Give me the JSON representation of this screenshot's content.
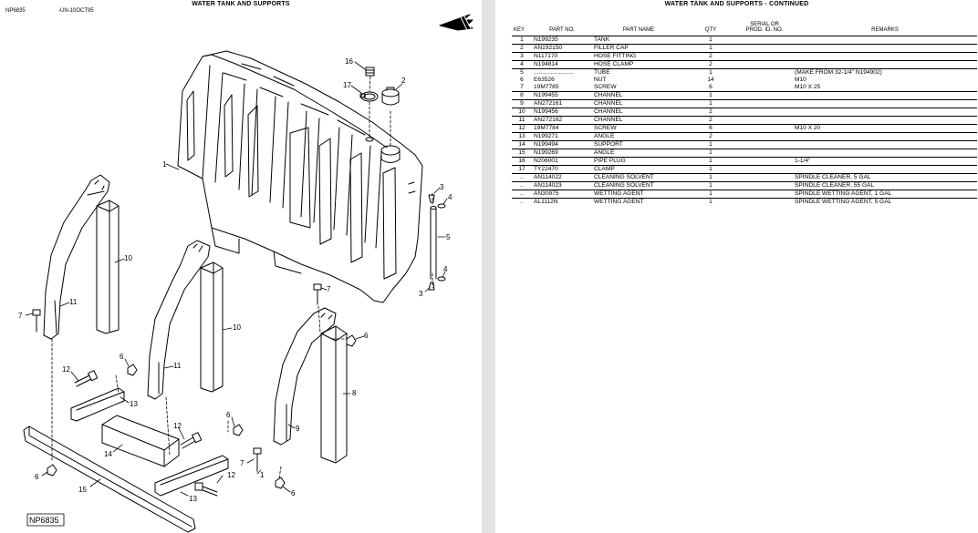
{
  "left_page": {
    "title": "WATER TANK AND SUPPORTS",
    "doc_code": "NP6835",
    "date_code": "-UN-10OCT95",
    "figure_label": "NP6835",
    "callouts": [
      "16",
      "17",
      "2",
      "1",
      "3",
      "4",
      "5",
      "4",
      "3",
      "10",
      "7",
      "11",
      "10",
      "11",
      "7",
      "6",
      "6",
      "12",
      "13",
      "12",
      "6",
      "14",
      "9",
      "8",
      "15",
      "6",
      "7",
      "1",
      "13",
      "12",
      "6"
    ]
  },
  "right_page": {
    "title": "WATER TANK AND SUPPORTS - CONTINUED",
    "columns": {
      "key": "KEY",
      "part_no": "PART NO.",
      "part_name": "PART NAME",
      "qty": "QTY",
      "serial_1": "SERIAL OR",
      "serial_2": "PROD. ID. NO.",
      "remarks": "REMARKS"
    },
    "rows": [
      {
        "key": "1",
        "part_no": "N199235",
        "name": "TANK",
        "qty": "1",
        "serial": "",
        "remarks": ""
      },
      {
        "key": "2",
        "part_no": "AN192150",
        "name": "FILLER CAP",
        "qty": "1",
        "serial": "",
        "remarks": ""
      },
      {
        "key": "3",
        "part_no": "N117170",
        "name": "HOSE FITTING",
        "qty": "2",
        "serial": "",
        "remarks": ""
      },
      {
        "key": "4",
        "part_no": "N194814",
        "name": "HOSE CLAMP",
        "qty": "2",
        "serial": "",
        "remarks": ""
      },
      {
        "key": "5",
        "part_no": "........................",
        "name": "TUBE",
        "qty": "1",
        "serial": "",
        "remarks": "(MAKE FROM 32-1/4\" N194902)"
      },
      {
        "key": "6",
        "part_no": "E63526",
        "name": "NUT",
        "qty": "14",
        "serial": "",
        "remarks": "M10"
      },
      {
        "key": "7",
        "part_no": "19M7785",
        "name": "SCREW",
        "qty": "6",
        "serial": "",
        "remarks": "M10 X 25"
      },
      {
        "key": "8",
        "part_no": "N199455",
        "name": "CHANNEL",
        "qty": "1",
        "serial": "",
        "remarks": ""
      },
      {
        "key": "9",
        "part_no": "AN272161",
        "name": "CHANNEL",
        "qty": "1",
        "serial": "",
        "remarks": ""
      },
      {
        "key": "10",
        "part_no": "N199456",
        "name": "CHANNEL",
        "qty": "2",
        "serial": "",
        "remarks": ""
      },
      {
        "key": "11",
        "part_no": "AN272162",
        "name": "CHANNEL",
        "qty": "2",
        "serial": "",
        "remarks": ""
      },
      {
        "key": "12",
        "part_no": "19M7784",
        "name": "SCREW",
        "qty": "6",
        "serial": "",
        "remarks": "M10 X 20"
      },
      {
        "key": "13",
        "part_no": "N199271",
        "name": "ANGLE",
        "qty": "2",
        "serial": "",
        "remarks": ""
      },
      {
        "key": "14",
        "part_no": "N199494",
        "name": "SUPPORT",
        "qty": "1",
        "serial": "",
        "remarks": ""
      },
      {
        "key": "15",
        "part_no": "N199269",
        "name": "ANGLE",
        "qty": "1",
        "serial": "",
        "remarks": ""
      },
      {
        "key": "16",
        "part_no": "N206001",
        "name": "PIPE PLUG",
        "qty": "1",
        "serial": "",
        "remarks": "1-1/4\""
      },
      {
        "key": "17",
        "part_no": "TY22470",
        "name": "CLAMP",
        "qty": "1",
        "serial": "",
        "remarks": ""
      },
      {
        "key": "..",
        "part_no": "AN114022",
        "name": "CLEANING SOLVENT",
        "qty": "1",
        "serial": "",
        "remarks": "SPINDLE CLEANER, 5 GAL"
      },
      {
        "key": "..",
        "part_no": "AN114023",
        "name": "CLEANING SOLVENT",
        "qty": "1",
        "serial": "",
        "remarks": "SPINDLE CLEANER, 55 GAL"
      },
      {
        "key": "..",
        "part_no": "AN30975",
        "name": "WETTING AGENT",
        "qty": "1",
        "serial": "",
        "remarks": "SPINDLE WETTING AGENT, 1 GAL"
      },
      {
        "key": "..",
        "part_no": "AL1112N",
        "name": "WETTING AGENT",
        "qty": "1",
        "serial": "",
        "remarks": "SPINDLE WETTING AGENT, 5 GAL"
      }
    ]
  }
}
